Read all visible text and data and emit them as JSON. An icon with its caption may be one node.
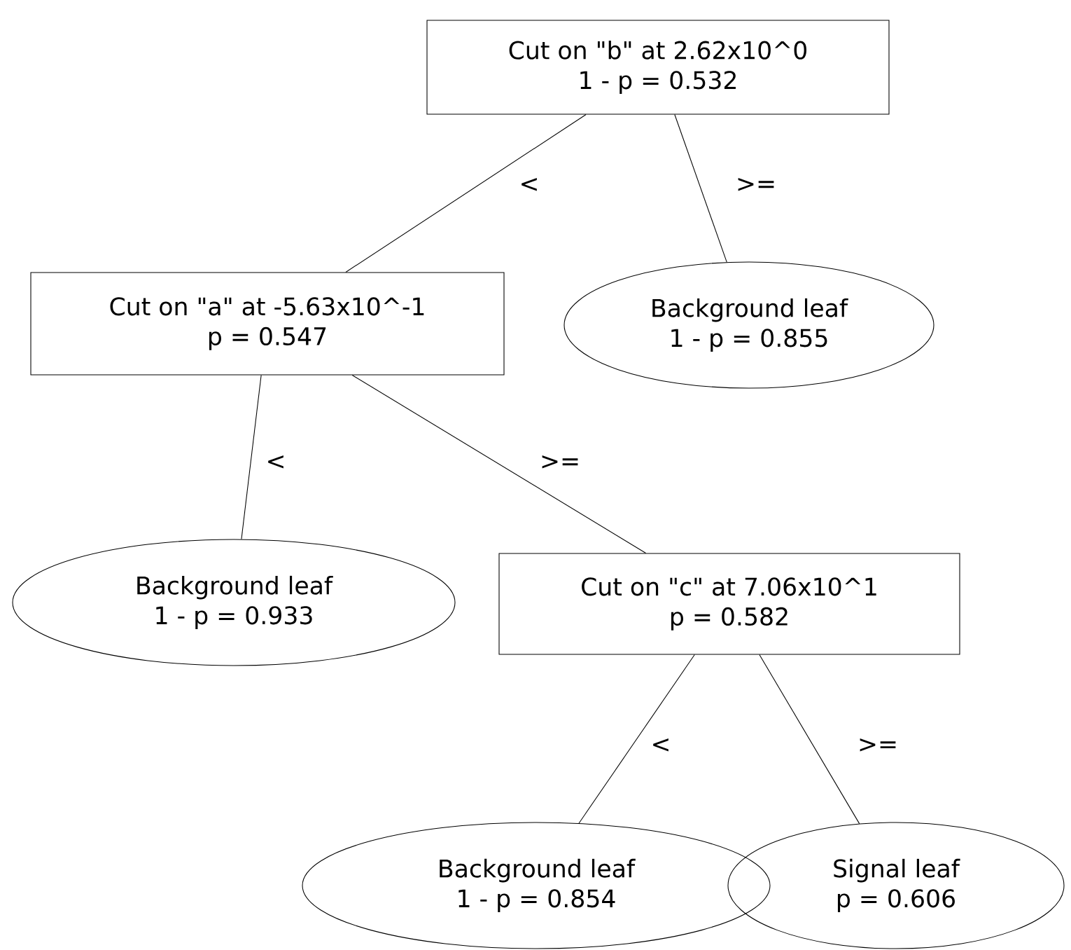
{
  "diagram": {
    "nodes": [
      {
        "text": [
          "Cut on \"b\" at 2.62x10^0",
          "1 - p = 0.532"
        ]
      },
      {
        "text": [
          "Cut on \"a\" at -5.63x10^-1",
          "p = 0.547"
        ]
      },
      {
        "text": [
          "Background leaf",
          "1 - p = 0.855"
        ]
      },
      {
        "text": [
          "Background leaf",
          "1 - p = 0.933"
        ]
      },
      {
        "text": [
          "Cut on \"c\" at 7.06x10^1",
          "p = 0.582"
        ]
      },
      {
        "text": [
          "Background leaf",
          "1 - p = 0.854"
        ]
      },
      {
        "text": [
          "Signal leaf",
          "p = 0.606"
        ]
      }
    ],
    "edges": [
      {
        "from": 0,
        "to": 1,
        "arrow": "none",
        "label": "<"
      },
      {
        "from": 0,
        "to": 2,
        "arrow": "none",
        "label": ">="
      },
      {
        "from": 1,
        "to": 3,
        "arrow": "none",
        "label": "<"
      },
      {
        "from": 1,
        "to": 4,
        "arrow": "none",
        "label": ">="
      },
      {
        "from": 4,
        "to": 5,
        "arrow": "none",
        "label": "<"
      },
      {
        "from": 4,
        "to": 6,
        "arrow": "none",
        "label": ">="
      }
    ]
  }
}
